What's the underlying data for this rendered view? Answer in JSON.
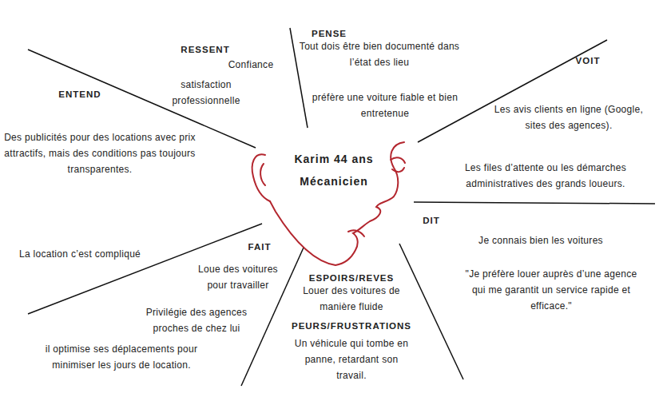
{
  "diagram": {
    "labels": [
      "PENSE",
      "RESSENT",
      "Tout dois être bien documenté dans l’état des lieu",
      "VOIT",
      "Confiance",
      "satisfaction professionnelle",
      "ENTEND",
      "préfère une voiture fiable et bien entretenue",
      "Les avis clients en ligne (Google, sites des agences).",
      "Des publicités pour des locations avec prix attractifs, mais des conditions pas toujours transparentes.",
      "Karim 44 ans Mécanicien",
      "Les files d’attente ou les démarches administratives des grands loueurs.",
      "DIT",
      "Je connais bien les voitures",
      "FAIT",
      "La location c’est compliqué",
      "Loue des voitures pour travailler",
      "\"Je préfère louer auprès d’une agence qui me garantit un service rapide et efficace.\"",
      "ESPOIRS/REVES",
      "Louer des voitures de manière fluide",
      "Privilégie des agences proches de chez lui",
      "PEURS/FRUSTRATIONS",
      "il optimise ses déplacements pour minimiser les jours de location.",
      "Un véhicule qui tombe en panne, retardant son travail."
    ]
  }
}
